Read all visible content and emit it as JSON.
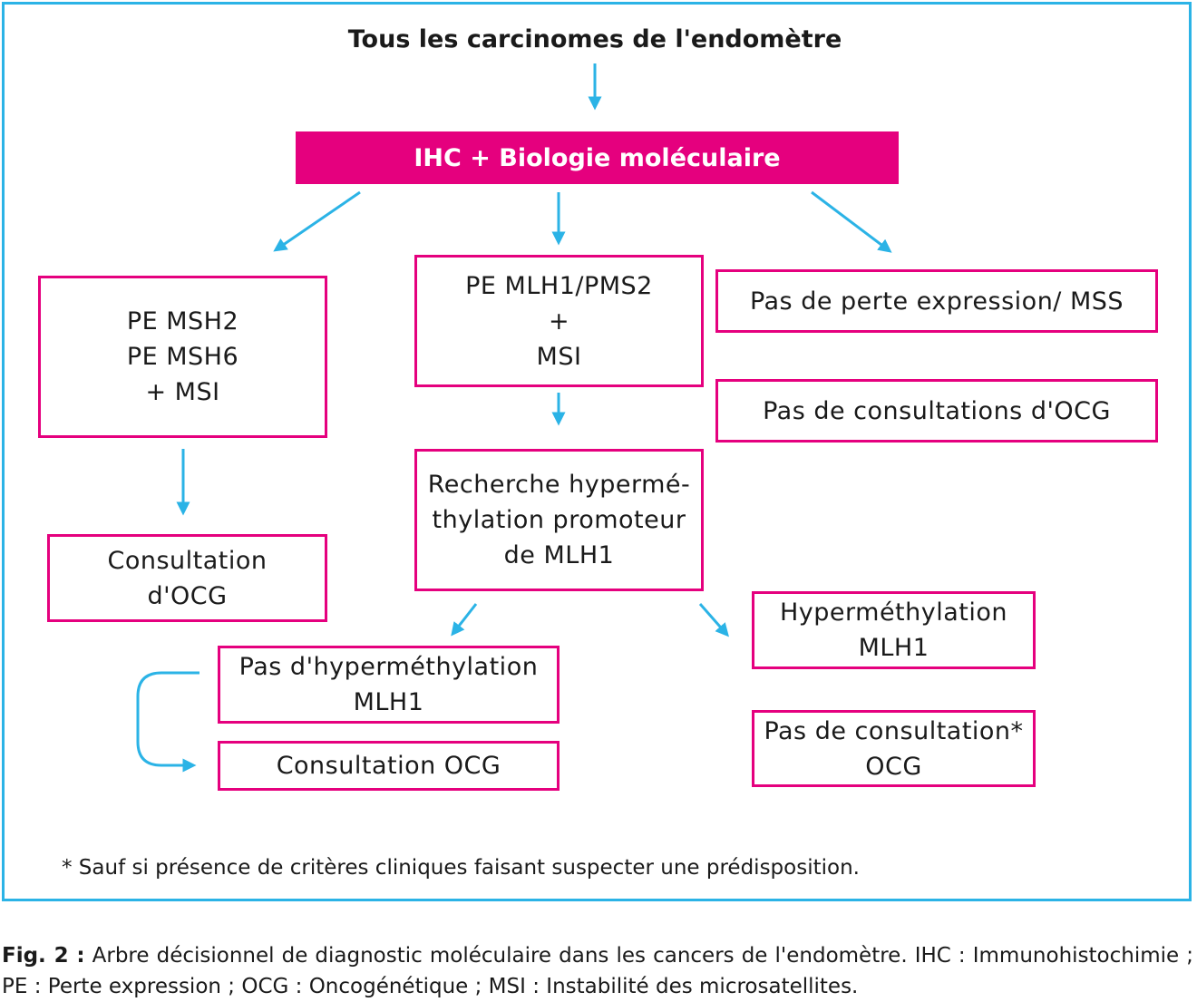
{
  "title": "Tous les carcinomes de l'endomètre",
  "banner": "IHC + Biologie moléculaire",
  "boxes": {
    "msh": [
      "PE MSH2",
      "PE MSH6",
      "+ MSI"
    ],
    "mlh1_pms2": [
      "PE MLH1/PMS2",
      "+",
      "MSI"
    ],
    "no_loss": "Pas de perte expression/ MSS",
    "no_consult_ocg": "Pas de consultations d'OCG",
    "consult_ocg_left": [
      "Consultation",
      "d'OCG"
    ],
    "hypermethylation_search": [
      "Recherche hypermé-",
      "thylation promoteur",
      "de MLH1"
    ],
    "no_hypermethylation": [
      "Pas d'hyperméthylation",
      "MLH1"
    ],
    "consult_ocg_bottom": "Consultation OCG",
    "hypermethylation": [
      "Hyperméthylation",
      "MLH1"
    ],
    "no_consult_star": [
      "Pas de consultation*",
      "OCG"
    ]
  },
  "footnote": "* Sauf si présence de critères cliniques faisant suspecter une prédisposition.",
  "caption": {
    "label": "Fig. 2 :",
    "text": "Arbre décisionnel de diagnostic moléculaire dans les cancers de l'endomètre. IHC : Immunohisto­chimie ; PE : Perte expression ; OCG : Oncogénétique ; MSI : Instabilité des microsatellites."
  },
  "colors": {
    "frame": "#2bb3e6",
    "arrow": "#2bb3e6",
    "accent": "#e5007e"
  }
}
